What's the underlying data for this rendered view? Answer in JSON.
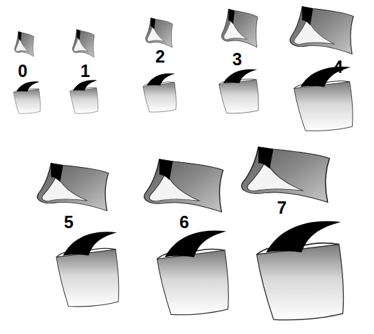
{
  "diagram": {
    "labels": [
      "0",
      "1",
      "2",
      "3",
      "4",
      "5",
      "6",
      "7"
    ]
  }
}
